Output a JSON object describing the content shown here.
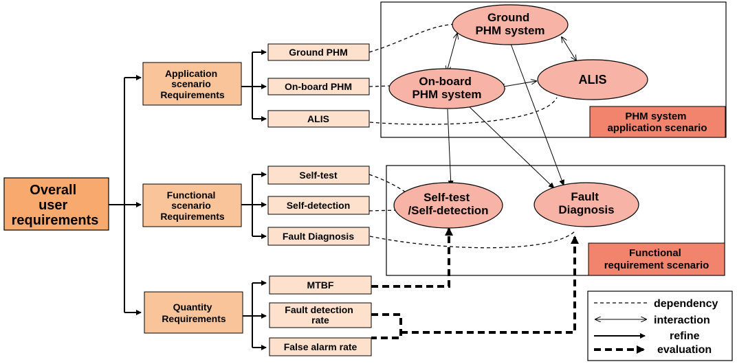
{
  "root": {
    "lines": [
      "Overall",
      "user",
      "requirements"
    ]
  },
  "requirements": [
    {
      "lines": [
        "Application",
        "scenario",
        "Requirements"
      ]
    },
    {
      "lines": [
        "Functional",
        "scenario",
        "Requirements"
      ]
    },
    {
      "lines": [
        "Quantity",
        "Requirements"
      ]
    }
  ],
  "leaves": {
    "ground_phm": [
      "Ground PHM"
    ],
    "onboard_phm": [
      "On-board PHM"
    ],
    "alis": [
      "ALIS"
    ],
    "self_test": [
      "Self-test"
    ],
    "self_detection": [
      "Self-detection"
    ],
    "fault_diagnosis": [
      "Fault Diagnosis"
    ],
    "mtbf": [
      "MTBF"
    ],
    "fault_detection_rate": [
      "Fault detection",
      "rate"
    ],
    "false_alarm_rate": [
      "False alarm rate"
    ]
  },
  "ellipses": {
    "ground_phm_system": [
      "Ground",
      "PHM system"
    ],
    "onboard_phm_system": [
      "On-board",
      "PHM system"
    ],
    "alis": [
      "ALIS"
    ],
    "selftest_selfdetection": [
      "Self-test",
      "/Self-detection"
    ],
    "fault_diagnosis": [
      "Fault",
      "Diagnosis"
    ]
  },
  "scenario_labels": {
    "phm_system": [
      "PHM system",
      "application scenario"
    ],
    "functional": [
      "Functional",
      "requirement scenario"
    ]
  },
  "legend": {
    "dependency": "dependency",
    "interaction": "interaction",
    "refine": "refine",
    "evaluation": "evaluation"
  },
  "colors": {
    "root_fill": "#f7a96e",
    "req_fill": "#f9c49a",
    "leaf_fill": "#fde1cc",
    "ellipse_fill": "#f7b3a6",
    "scenario_label_fill": "#f2836d"
  }
}
